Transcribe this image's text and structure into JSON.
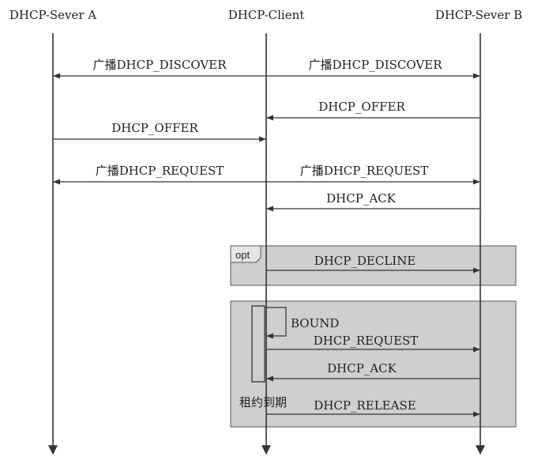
{
  "participants": {
    "server_a": "DHCP-Sever A",
    "client": "DHCP-Client",
    "server_b": "DHCP-Sever B"
  },
  "messages": {
    "discover_a": "广播DHCP_DISCOVER",
    "discover_b": "广播DHCP_DISCOVER",
    "offer_b": "DHCP_OFFER",
    "offer_a": "DHCP_OFFER",
    "request_a": "广播DHCP_REQUEST",
    "request_b": "广播DHCP_REQUEST",
    "ack_b": "DHCP_ACK",
    "decline": "DHCP_DECLINE",
    "bound": "BOUND",
    "renew_request": "DHCP_REQUEST",
    "renew_ack": "DHCP_ACK",
    "lease_expire": "租约到期",
    "release": "DHCP_RELEASE"
  },
  "fragments": {
    "opt_label": "opt"
  },
  "colors": {
    "line": "#333333",
    "fragment_fill": "#cfcfcf",
    "fragment_border": "#555555"
  }
}
